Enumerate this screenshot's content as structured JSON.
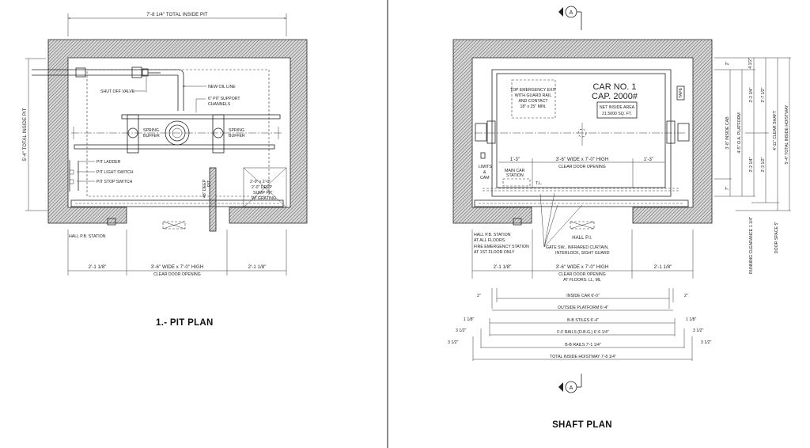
{
  "sheet": {
    "divider_color": "#8a8a8a",
    "line_color": "#222222",
    "hatch_color": "#555555"
  },
  "pit_plan": {
    "title": "1.- PIT PLAN",
    "dims": {
      "total_width": "7'-8 1/4\" TOTAL INSIDE PIT",
      "total_depth": "5'-4\" TOTAL INSIDE PIT",
      "left_side": "2'-1 1/8\"",
      "door_opening": "3'-6\" WIDE x 7'-0\" HIGH",
      "door_opening_sub": "CLEAR DOOR OPENING",
      "right_side": "2'-1 1/8\""
    },
    "labels": {
      "shut_off_valve": "SHUT OFF VALVE",
      "new_oil_line": "NEW OIL LINE",
      "support_channels_1": "6\" PIT SUPPORT",
      "support_channels_2": "CHANNELS",
      "spring_buffer_left_1": "SPRING",
      "spring_buffer_left_2": "BUFFER",
      "spring_buffer_right_1": "SPRING",
      "spring_buffer_right_2": "BUFFER",
      "pit_ladder": "PIT LADDER",
      "pit_light_switch": "PIT LIGHT SWITCH",
      "pit_stop_switch": "PIT STOP SWITCH",
      "deep_pit_1": "48\" DEEP",
      "deep_pit_2": "PIT",
      "sump_1": "2'-0\" x 2'-0\"",
      "sump_2": "2'-0\" DEEP",
      "sump_3": "SUMP PIT",
      "sump_4": "W/ GRATING",
      "hall_pb": "HALL P.B. STATION"
    }
  },
  "shaft_plan": {
    "title": "SHAFT PLAN",
    "section_marker": "A",
    "car": {
      "name": "CAR NO. 1",
      "capacity": "CAP. 2000#",
      "area_1": "NET INSIDE AREA",
      "area_2": "21.5000 SQ. FT."
    },
    "emergency_exit": [
      "TOP EMERGENCY EXIT",
      "WITH GUARD RAIL",
      "AND CONTACT",
      "18\" x 25\" MIN."
    ],
    "door": {
      "left": "1'-3\"",
      "center": "3'-6\" WIDE x 7'-0\" HIGH",
      "center_sub": "CLEAR DOOR OPENING",
      "right": "1'-3\""
    },
    "labels": {
      "main_car_station_1": "MAIN CAR",
      "main_car_station_2": "STATION",
      "tl": "T.L.",
      "limits_1": "LIMITS",
      "limits_2": "&",
      "limits_3": "CAM",
      "tape": "TAPE",
      "hall_pb_1": "HALL P.B. STATION",
      "hall_pb_2": "AT ALL FLOORS.",
      "fire_1": "FIRE EMERGENCY STATION",
      "fire_2": "AT 1ST FLOOR ONLY",
      "hall_pi": "HALL P.I.",
      "gate_1": "GATE SW., INFRARED CURTAIN,",
      "gate_2": "INTERLOCK, SIGHT GUARD"
    },
    "bottom_dims": {
      "left_side": "2'-1 1/8\"",
      "opening": "3'-6\" WIDE x 7'-0\" HIGH",
      "opening_sub_1": "CLEAR DOOR OPENING",
      "opening_sub_2": "AT FLOORS: LL, ML",
      "right_side": "2'-1 1/8\""
    },
    "width_chain": [
      {
        "label": "INSIDE CAR   6'-0\"",
        "left": "2\"",
        "right": "2\""
      },
      {
        "label": "OUTSIDE PLATFORM   6'-4\"",
        "left": "",
        "right": ""
      },
      {
        "label": "B-B STILES   6'-4\"",
        "left": "1 1/8\"",
        "right": "1 1/8\""
      },
      {
        "label": "F-F RAILS  (D.B.G.)  6'-6 1/4\"",
        "left": "3 1/2\"",
        "right": "3 1/2\""
      },
      {
        "label": "B-B RAILS   7'-1 1/4\"",
        "left": "3 1/2\"",
        "right": "3 1/2\""
      },
      {
        "label": "TOTAL INSIDE HOISTWAY   7'-8 1/4\"",
        "left": "",
        "right": ""
      }
    ],
    "depth_chain": {
      "top": "2\"",
      "top_small": "4 1/2\"",
      "inside_cab": "3'-8\" INSIDE CAB",
      "platform": "4'-5\" O.A. PLATFORM",
      "upper_a": "2'-2 3/4\"",
      "upper_b": "2'-7 1/2\"",
      "lower_a": "2'-2 1/4\"",
      "lower_b": "2'-3 1/2\"",
      "clear_shaft": "4'-11\"  CLEAR SHAFT",
      "total": "5'-4\" TOTAL INSIDE HOISTWAY",
      "bottom": "7\"",
      "running_clearance": "RUNNING CLEARANCE 1 1/4\"",
      "door_space": "DOOR SPACE 5\""
    }
  }
}
